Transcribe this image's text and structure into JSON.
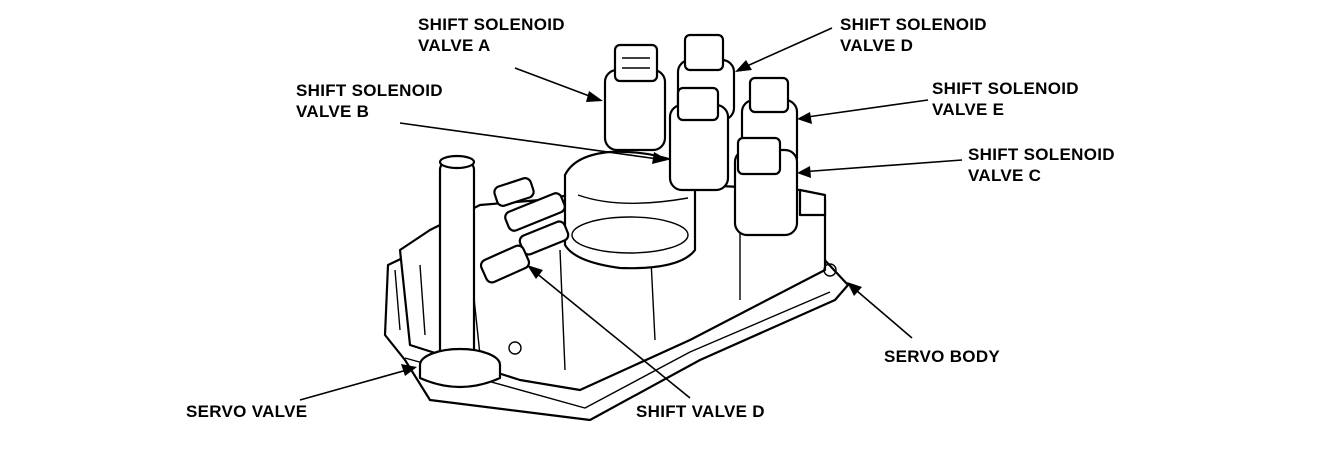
{
  "labels": {
    "ssv_a": {
      "line1": "SHIFT SOLENOID",
      "line2": "VALVE A"
    },
    "ssv_b": {
      "line1": "SHIFT SOLENOID",
      "line2": "VALVE B"
    },
    "ssv_c": {
      "line1": "SHIFT SOLENOID",
      "line2": "VALVE C"
    },
    "ssv_d": {
      "line1": "SHIFT SOLENOID",
      "line2": "VALVE D"
    },
    "ssv_e": {
      "line1": "SHIFT SOLENOID",
      "line2": "VALVE E"
    },
    "servo_body": "SERVO BODY",
    "servo_valve": "SERVO VALVE",
    "shift_valve_d": "SHIFT VALVE D"
  }
}
